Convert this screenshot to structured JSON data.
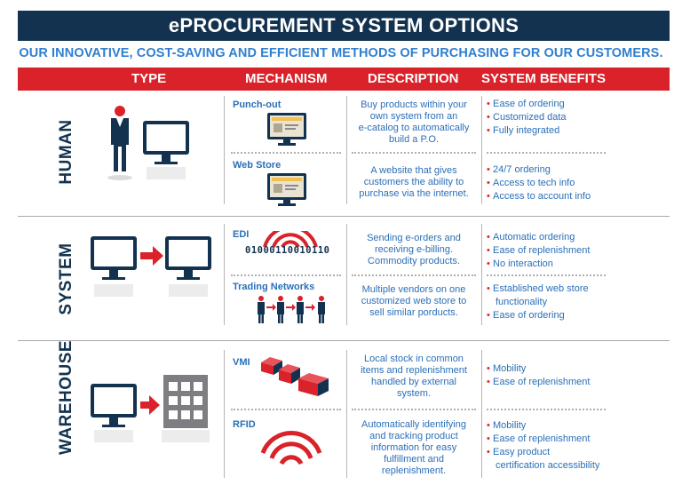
{
  "title": "ePROCUREMENT SYSTEM OPTIONS",
  "subtitle": "OUR INNOVATIVE, COST-SAVING AND EFFICIENT METHODS OF PURCHASING FOR OUR CUSTOMERS.",
  "header": {
    "type": "TYPE",
    "mechanism": "MECHANISM",
    "description": "DESCRIPTION",
    "benefits": "SYSTEM BENEFITS"
  },
  "colors": {
    "navy": "#13324f",
    "red": "#d9222a",
    "blue": "#2a6fb8",
    "subtitle_blue": "#2f7fd0"
  },
  "sections": [
    {
      "type": "HUMAN",
      "rows": [
        {
          "mechanism": "Punch-out",
          "description": [
            "Buy products within your",
            "own system from an",
            "e-catalog to automatically",
            "build a P.O."
          ],
          "benefits": [
            "Ease of ordering",
            "Customized data",
            "Fully integrated"
          ]
        },
        {
          "mechanism": "Web Store",
          "description": [
            "A website that gives",
            "customers the ability to",
            "purchase via the internet."
          ],
          "benefits": [
            "24/7 ordering",
            "Access to tech info",
            "Access to account info"
          ]
        }
      ]
    },
    {
      "type": "SYSTEM",
      "rows": [
        {
          "mechanism": "EDI",
          "binary": "01000110010110",
          "description": [
            "Sending e-orders and",
            "receiving e-billing.",
            "Commodity products."
          ],
          "benefits": [
            "Automatic ordering",
            "Ease of replenishment",
            "No interaction"
          ]
        },
        {
          "mechanism": "Trading Networks",
          "description": [
            "Multiple vendors on one",
            "customized web store to",
            "sell similar porducts."
          ],
          "benefits": [
            "Established web store",
            "functionality",
            "Ease of ordering"
          ]
        }
      ]
    },
    {
      "type": "WAREHOUSE",
      "rows": [
        {
          "mechanism": "VMI",
          "description": [
            "Local stock in common",
            "items and replenishment",
            "handled by external",
            "system."
          ],
          "benefits": [
            "Mobility",
            "Ease of replenishment"
          ]
        },
        {
          "mechanism": "RFID",
          "description": [
            "Automatically identifying",
            "and tracking product",
            "information for easy",
            "fulfillment and",
            "replenishment."
          ],
          "benefits": [
            "Mobility",
            "Ease of replenishment",
            "Easy product",
            "certification accessibility"
          ]
        }
      ]
    }
  ]
}
